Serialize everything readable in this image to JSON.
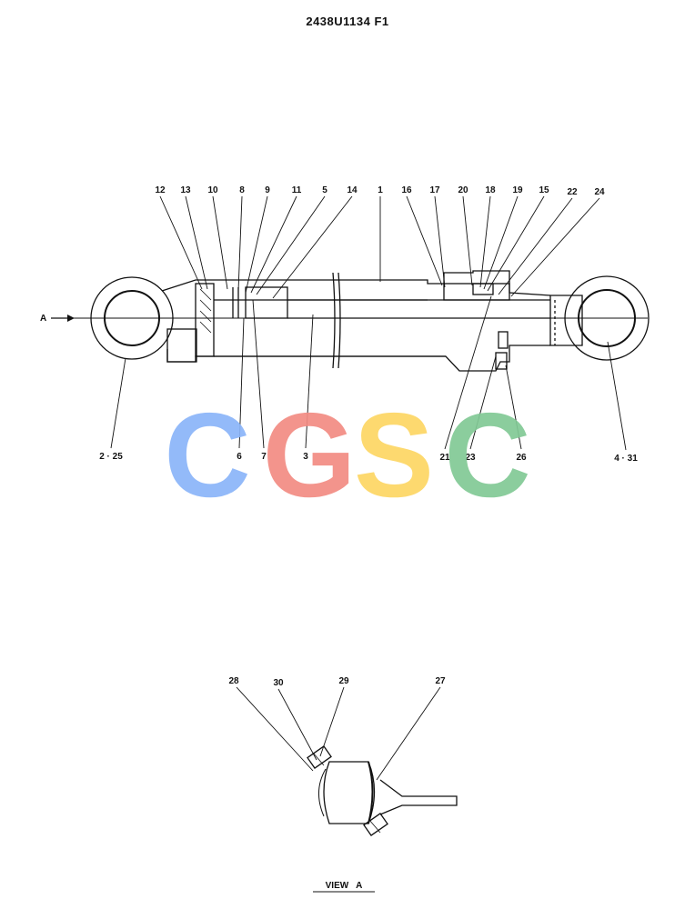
{
  "drawing_number": "2438U1134 F1",
  "callouts_top": [
    "12",
    "13",
    "10",
    "8",
    "9",
    "11",
    "5",
    "14",
    "1",
    "16",
    "17",
    "20",
    "18",
    "19",
    "15",
    "22",
    "24"
  ],
  "callouts_bottom": [
    "2 · 25",
    "6",
    "7",
    "3",
    "21",
    "23",
    "26",
    "4 · 31"
  ],
  "arrow_label": "A",
  "view_callouts": [
    "28",
    "30",
    "29",
    "27"
  ],
  "view_title": "VIEW   A",
  "watermark": {
    "letters": [
      "C",
      "G",
      "S",
      "C"
    ],
    "colors": [
      "#8ab4f8",
      "#f28b82",
      "#fdd663",
      "#81c995"
    ]
  }
}
